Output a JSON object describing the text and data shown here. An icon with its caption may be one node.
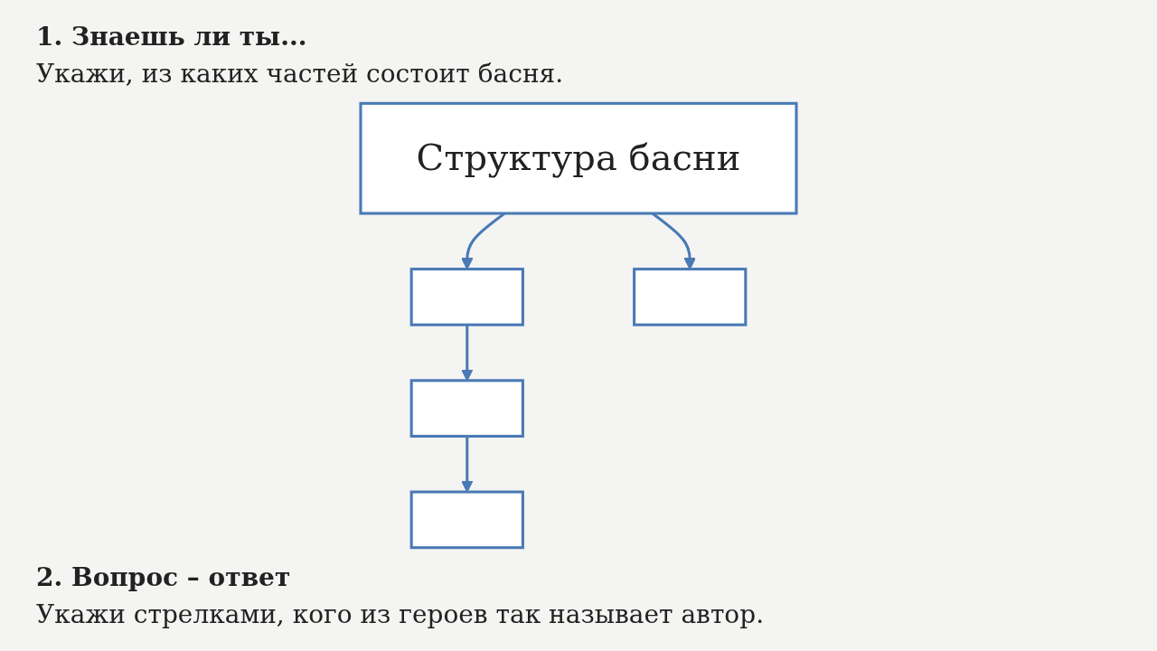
{
  "diagram": {
    "title": "1. Знаешь ли ты...",
    "nodes": [
      {
        "text": [
          "Структура басни"
        ]
      },
      {
        "text": [],
        "shape": "box"
      },
      {
        "text": [],
        "shape": "box"
      },
      {
        "text": [],
        "shape": "box"
      },
      {
        "text": [],
        "shape": "box"
      }
    ],
    "edges": [
      {
        "from": 0,
        "to": 1,
        "arrow": "to"
      },
      {
        "from": 0,
        "to": 2,
        "arrow": "to"
      },
      {
        "from": 1,
        "to": 3,
        "arrow": "to"
      },
      {
        "from": 3,
        "to": 4,
        "arrow": "to"
      }
    ],
    "labels": [
      "Укажи, из каких частей состоит басня.",
      "2. Вопрос – ответ",
      "Укажи стрелками, кого из героев так называет автор."
    ]
  }
}
